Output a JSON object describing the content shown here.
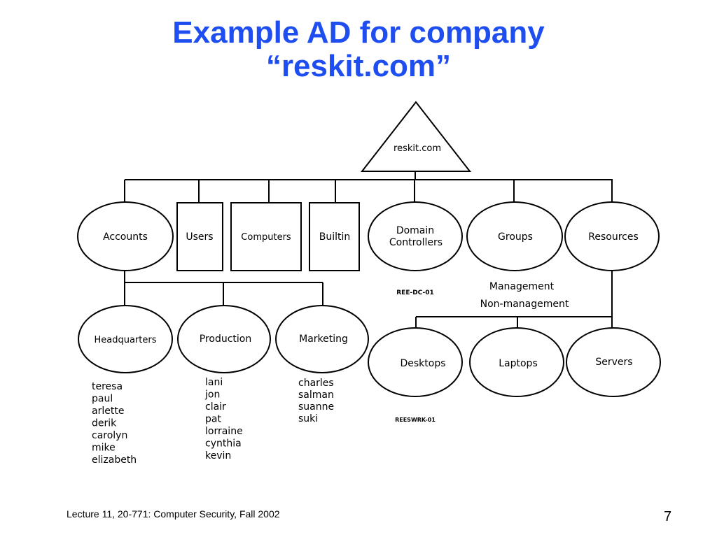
{
  "slide": {
    "title_line1": "Example AD for company",
    "title_line2": "“reskit.com”",
    "footer": "Lecture 11, 20-771: Computer Security,  Fall 2002",
    "page_number": "7",
    "title_color": "#1f4ef0"
  },
  "diagram": {
    "root": "reskit.com",
    "top_level": [
      "Accounts",
      "Users",
      "Computers",
      "Builtin",
      "Domain Controllers",
      "Groups",
      "Resources"
    ],
    "top_level_shapes": [
      "ellipse",
      "rect",
      "rect",
      "rect",
      "ellipse",
      "ellipse",
      "ellipse"
    ],
    "accounts_children": [
      "Headquarters",
      "Production",
      "Marketing"
    ],
    "resources_children": [
      "Desktops",
      "Laptops",
      "Servers"
    ],
    "domain_controller_label": "REE-DC-01",
    "groups_members": [
      "Management",
      "Non-management"
    ],
    "desktop_label": "REESWRK-01",
    "headquarters_users": [
      "teresa",
      "paul",
      "arlette",
      "derik",
      "carolyn",
      "mike",
      "elizabeth"
    ],
    "production_users": [
      "lani",
      "jon",
      "clair",
      "pat",
      "lorraine",
      "cynthia",
      "kevin"
    ],
    "marketing_users": [
      "charles",
      "salman",
      "suanne",
      "suki"
    ]
  }
}
